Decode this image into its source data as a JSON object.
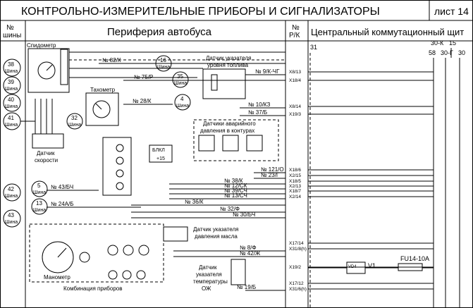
{
  "header": {
    "title": "КОНТРОЛЬНО-ИЗМЕРИТЕЛЬНЫЕ ПРИБОРЫ И СИГНАЛИЗАТОРЫ",
    "sheet": "лист 14",
    "bus_no": "№",
    "bus_word": "шины",
    "section": "Периферия автобуса",
    "rk_no": "№",
    "rk_word": "Р/К",
    "panel": "Центральный коммутационный щит"
  },
  "right_labels": {
    "c31": "31",
    "c30k": "30-К",
    "c15": "15",
    "c58": "58",
    "c30g": "30-Г",
    "c30": "30"
  },
  "bubbles": [
    {
      "num": "38",
      "word": "Шина"
    },
    {
      "num": "39",
      "word": "Шина"
    },
    {
      "num": "40",
      "word": "Шина"
    },
    {
      "num": "41",
      "word": "Шина"
    },
    {
      "num": "32",
      "word": "Шина"
    },
    {
      "num": "16",
      "word": "Шина"
    },
    {
      "num": "35",
      "word": "Шина"
    },
    {
      "num": "4",
      "word": "Шина"
    },
    {
      "num": "42",
      "word": "Шина"
    },
    {
      "num": "43",
      "word": "Шина"
    },
    {
      "num": "5",
      "word": "Шина"
    },
    {
      "num": "13",
      "word": "Шина"
    }
  ],
  "components": {
    "speedometer": "Спидометр",
    "tachometer": "Тахометр",
    "speed_sensor_1": "Датчик",
    "speed_sensor_2": "скорости",
    "fuel_sensor_1": "Датчик указателя",
    "fuel_sensor_2": "уровня топлива",
    "alarm_1": "Датчики аварийного",
    "alarm_2": "давления в контурах",
    "oil_1": "Датчик указателя",
    "oil_2": "давления масла",
    "temp_1": "Датчик",
    "temp_2": "указателя",
    "temp_3": "температуры",
    "temp_4": "ОЖ",
    "manometer": "Манометр",
    "cluster": "Комбинация приборов",
    "fuse": "FU14-10A",
    "diode": "V1",
    "blkl": "БЛКЛ",
    "plus15": "+15",
    "vd4": "VD4"
  },
  "wires": [
    "№ 82/К",
    "№ 75/Р",
    "№ 28/К",
    "№ 9/К-ЧГ",
    "№ 10/КЗ",
    "№ 37/Б",
    "№ 121/О",
    "№ 23/Г",
    "№ 38/К",
    "№ 12/СК",
    "№ 39/СЧ",
    "№ 13/СЧ",
    "№ 36/К",
    "№ 43/БЧ",
    "№ 24А/Б",
    "№ 32/Ф",
    "№ 30/БЧ",
    "№ 8/Ф",
    "№ 42/Ж",
    "№ 19/Б"
  ],
  "connectors": [
    "Х8/13",
    "Х18/4",
    "Х8/14",
    "Х19/3",
    "Х18/6",
    "Х2/15",
    "Х18/5",
    "Х2/13",
    "Х18/7",
    "Х2/14",
    "Х17/14",
    "Х31/8(h)",
    "Х19/2",
    "Х17/12",
    "Х31/6(h)"
  ]
}
